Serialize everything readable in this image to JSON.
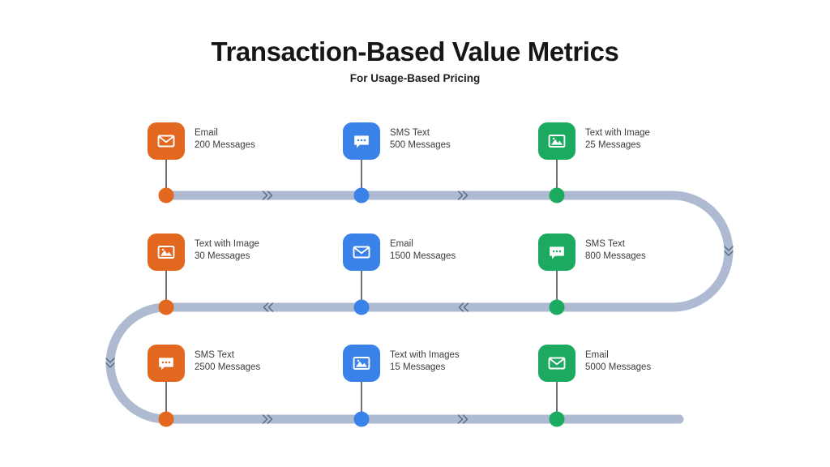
{
  "header": {
    "title": "Transaction-Based Value Metrics",
    "subtitle": "For Usage-Based Pricing"
  },
  "colors": {
    "orange": "#E2671F",
    "blue": "#3B82E8",
    "green": "#1BAA5F",
    "track": "#AEBAD1",
    "stem": "#3f3f46",
    "text": "#3c3c3c",
    "title": "#161616",
    "background": "#ffffff"
  },
  "rows": [
    {
      "name": "row-1",
      "direction": "right",
      "chevron_icon": "double-chevron-right-icon",
      "items": [
        {
          "icon": "email-icon",
          "color_key": "orange",
          "label": "Email",
          "count": "200 Messages"
        },
        {
          "icon": "sms-icon",
          "color_key": "blue",
          "label": "SMS Text",
          "count": "500 Messages"
        },
        {
          "icon": "image-icon",
          "color_key": "green",
          "label": "Text with Image",
          "count": "25 Messages"
        }
      ]
    },
    {
      "name": "row-2",
      "direction": "left",
      "chevron_icon": "double-chevron-left-icon",
      "items": [
        {
          "icon": "image-icon",
          "color_key": "orange",
          "label": "Text with Image",
          "count": "30 Messages"
        },
        {
          "icon": "email-icon",
          "color_key": "blue",
          "label": "Email",
          "count": "1500 Messages"
        },
        {
          "icon": "sms-icon",
          "color_key": "green",
          "label": "SMS Text",
          "count": "800 Messages"
        }
      ]
    },
    {
      "name": "row-3",
      "direction": "right",
      "chevron_icon": "double-chevron-right-icon",
      "items": [
        {
          "icon": "sms-icon",
          "color_key": "orange",
          "label": "SMS Text",
          "count": "2500 Messages"
        },
        {
          "icon": "image-icon",
          "color_key": "blue",
          "label": "Text with Images",
          "count": "15 Messages"
        },
        {
          "icon": "email-icon",
          "color_key": "green",
          "label": "Email",
          "count": "5000 Messages"
        }
      ]
    }
  ],
  "turns": [
    {
      "name": "turn-right",
      "chevron_icon": "chevron-down-icon"
    },
    {
      "name": "turn-left",
      "chevron_icon": "chevron-down-icon"
    }
  ]
}
